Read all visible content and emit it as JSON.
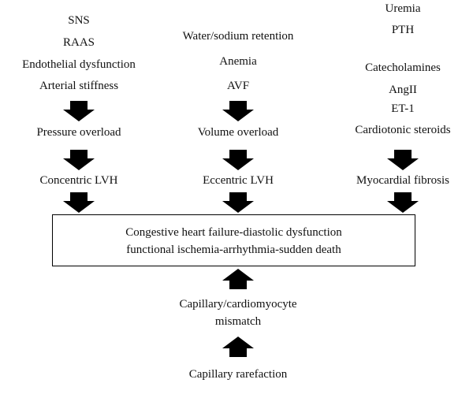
{
  "columns": [
    {
      "causes": [
        "SNS",
        "RAAS",
        "Endothelial dysfunction",
        "Arterial stiffness"
      ],
      "overload": "Pressure overload",
      "outcome": "Concentric LVH"
    },
    {
      "causes": [
        "Water/sodium retention",
        "Anemia",
        "AVF"
      ],
      "overload": "Volume overload",
      "outcome": "Eccentric LVH"
    },
    {
      "causes": [
        "Uremia",
        "PTH",
        "Catecholamines",
        "AngII",
        "ET-1",
        "Cardiotonic steroids"
      ],
      "outcome": "Myocardial fibrosis"
    }
  ],
  "central_box": {
    "line1": "Congestive heart failure-diastolic dysfunction",
    "line2": "functional ischemia-arrhythmia-sudden death"
  },
  "bottom": {
    "mismatch_line1": "Capillary/cardiomyocyte",
    "mismatch_line2": "mismatch",
    "rarefaction": "Capillary rarefaction"
  },
  "colors": {
    "arrow": "#000000",
    "text": "#111111"
  }
}
